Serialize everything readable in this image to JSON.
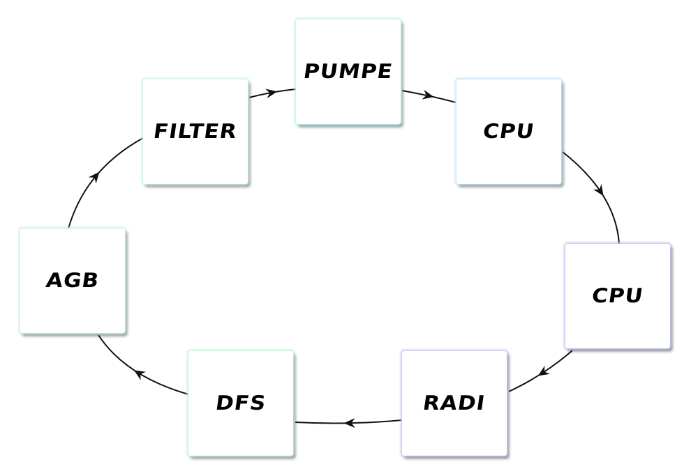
{
  "diagram": {
    "type": "cycle",
    "nodes": [
      {
        "id": "pumpe",
        "label": "PUMPE",
        "glow": "#bff2f2"
      },
      {
        "id": "cpu1",
        "label": "CPU",
        "glow": "#bfe6f5"
      },
      {
        "id": "cpu2",
        "label": "CPU",
        "glow": "#c4c8f2"
      },
      {
        "id": "radi",
        "label": "RADI",
        "glow": "#c8c8f0"
      },
      {
        "id": "dfs",
        "label": "DFS",
        "glow": "#c4f0d0"
      },
      {
        "id": "agb",
        "label": "AGB",
        "glow": "#c6f2d8"
      },
      {
        "id": "filter",
        "label": "FILTER",
        "glow": "#c9f1ee"
      }
    ],
    "edges": [
      {
        "from": "pumpe",
        "to": "cpu1"
      },
      {
        "from": "cpu1",
        "to": "cpu2"
      },
      {
        "from": "cpu2",
        "to": "radi"
      },
      {
        "from": "radi",
        "to": "dfs"
      },
      {
        "from": "dfs",
        "to": "agb"
      },
      {
        "from": "agb",
        "to": "filter"
      },
      {
        "from": "filter",
        "to": "pumpe"
      }
    ],
    "edge_color": "#111111"
  }
}
